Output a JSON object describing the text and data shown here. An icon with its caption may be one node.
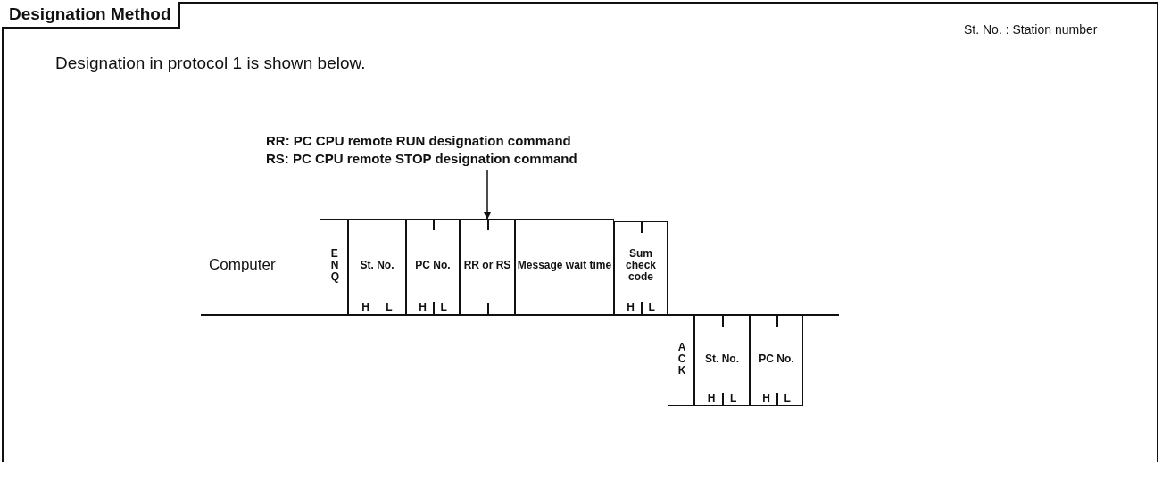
{
  "diagram": {
    "title": "Designation Method",
    "nodes": [
      {
        "text": [
          "RR: PC CPU remote RUN designation command",
          "RS: PC CPU remote STOP designation command"
        ]
      },
      {
        "text": [
          "ENQ"
        ]
      },
      {
        "text": [
          "St. No.",
          "H",
          "L"
        ]
      },
      {
        "text": [
          "PC No.",
          "H",
          "L"
        ]
      },
      {
        "text": [
          "RR or RS"
        ]
      },
      {
        "text": [
          "Message wait time"
        ]
      },
      {
        "text": [
          "Sum check code",
          "H",
          "L"
        ]
      },
      {
        "text": [
          "ACK"
        ]
      },
      {
        "text": [
          "St. No.",
          "H",
          "L"
        ]
      },
      {
        "text": [
          "PC No.",
          "H",
          "L"
        ]
      }
    ],
    "edges": [
      {
        "from": 0,
        "to": 4,
        "arrow": "to"
      }
    ],
    "labels": [
      "St. No. : Station number",
      "Designation in protocol 1 is shown below.",
      "Computer"
    ]
  }
}
